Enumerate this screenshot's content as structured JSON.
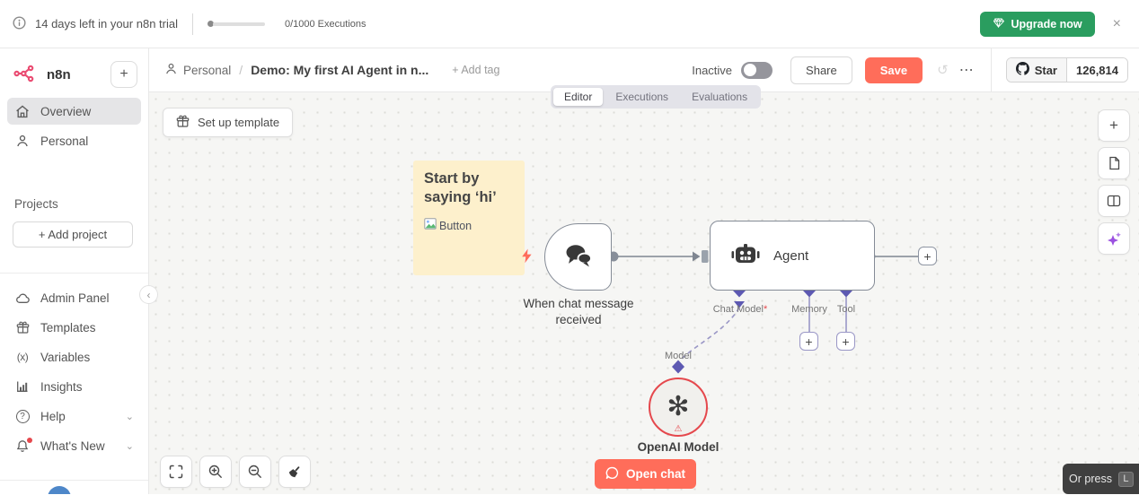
{
  "trial_banner": {
    "message": "14 days left in your n8n trial",
    "executions": "0/1000 Executions",
    "upgrade_label": "Upgrade now",
    "close_glyph": "×"
  },
  "sidebar": {
    "logo_text": "n8n",
    "new_workflow_glyph": "+",
    "items_top": [
      {
        "label": "Overview"
      },
      {
        "label": "Personal"
      }
    ],
    "projects_heading": "Projects",
    "add_project_label": "+ Add project",
    "items_bottom": [
      {
        "label": "Admin Panel"
      },
      {
        "label": "Templates"
      },
      {
        "label": "Variables"
      },
      {
        "label": "Insights"
      },
      {
        "label": "Help"
      },
      {
        "label": "What's New"
      }
    ],
    "variables_glyph": "(x)",
    "help_glyph": "?",
    "chevron_glyph": "⌄",
    "collapse_glyph": "‹"
  },
  "header": {
    "breadcrumb_root": "Personal",
    "breadcrumb_separator": "/",
    "workflow_title": "Demo: My first AI Agent in n...",
    "add_tag_label": "+ Add tag",
    "status_label": "Inactive",
    "share_label": "Share",
    "save_label": "Save",
    "history_glyph": "↺",
    "more_glyph": "⋯",
    "github_star": {
      "label": "Star",
      "count": "126,814"
    }
  },
  "tabs": {
    "editor": "Editor",
    "executions": "Executions",
    "evaluations": "Evaluations"
  },
  "canvas": {
    "setup_template_label": "Set up template",
    "sticky_note": {
      "title": "Start by saying ‘hi’",
      "broken_image_label": "Button"
    },
    "trigger_node": {
      "label": "When chat message received"
    },
    "agent_node": {
      "label": "Agent",
      "ports": {
        "chat_model": "Chat Model",
        "required_marker": "*",
        "memory": "Memory",
        "tool": "Tool"
      }
    },
    "model_node": {
      "port_label": "Model",
      "label": "OpenAI Model",
      "logo_glyph": "✻",
      "warning_glyph": "⚠"
    },
    "plus_glyph": "+",
    "open_chat_label": "Open chat",
    "hint": {
      "text": "Or press",
      "key": "L"
    }
  }
}
